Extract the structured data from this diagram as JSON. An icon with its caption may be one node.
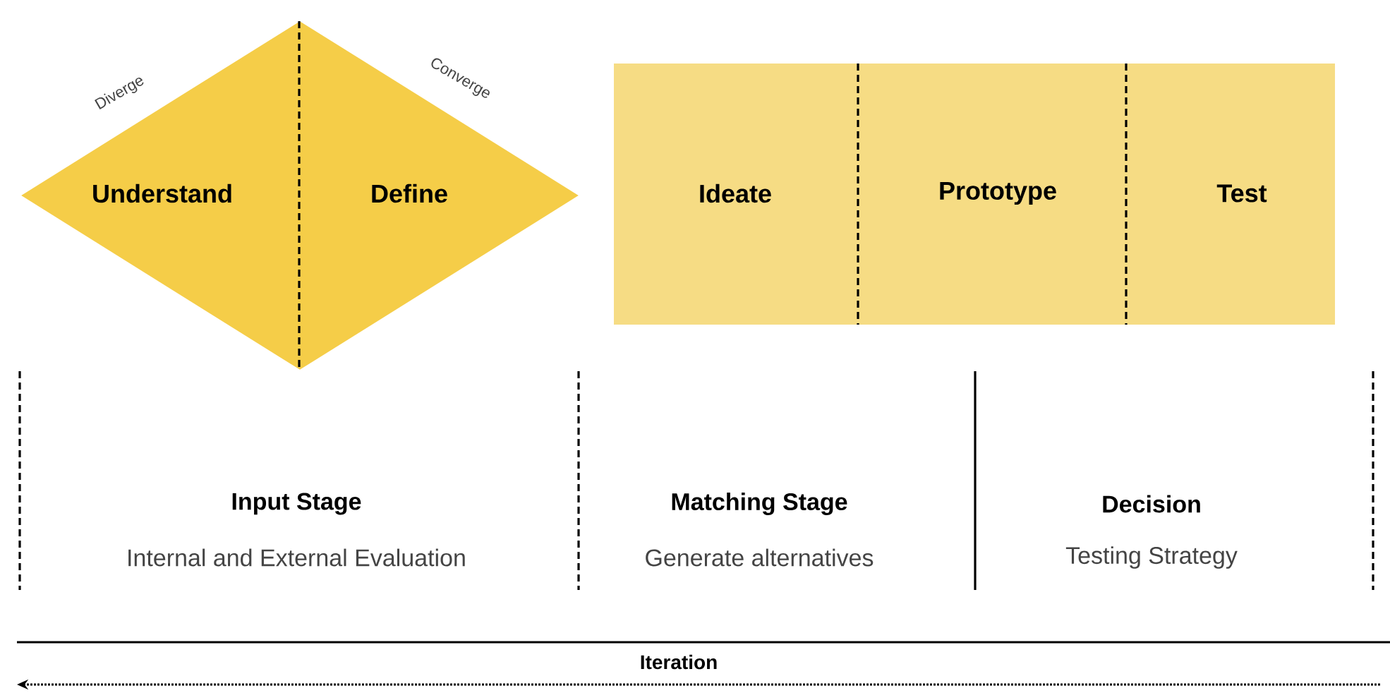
{
  "diagram": {
    "nodes": [
      {
        "text": [
          "Understand",
          "Define"
        ],
        "beside": [
          "Diverge",
          "Converge"
        ]
      },
      {
        "text": [
          "Ideate",
          "Prototype",
          "Test"
        ]
      }
    ],
    "labels": [
      "Input Stage",
      "Internal and External Evaluation",
      "Matching Stage",
      "Generate alternatives",
      "Decision",
      "Testing Strategy",
      "Iteration"
    ]
  }
}
